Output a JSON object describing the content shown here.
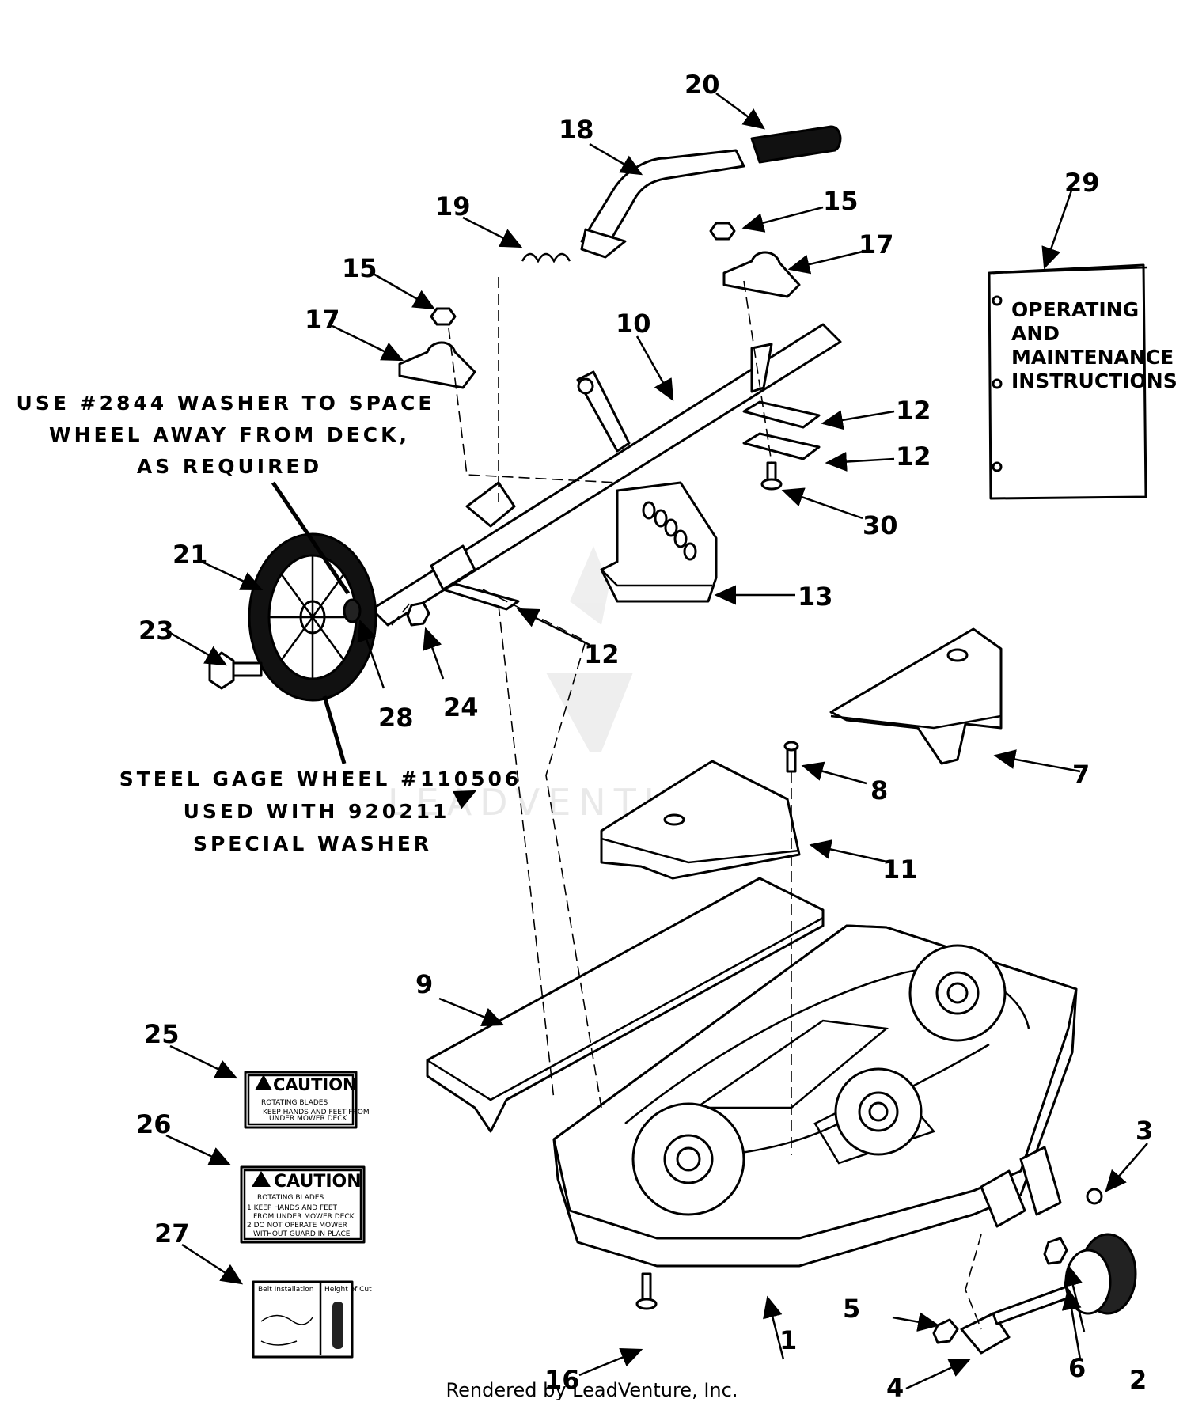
{
  "callouts": {
    "c1": "1",
    "c2": "2",
    "c3": "3",
    "c4": "4",
    "c5": "5",
    "c6": "6",
    "c7": "7",
    "c8": "8",
    "c9": "9",
    "c10": "10",
    "c11": "11",
    "c12a": "12",
    "c12b": "12",
    "c12c": "12",
    "c13": "13",
    "c15a": "15",
    "c15b": "15",
    "c16": "16",
    "c17a": "17",
    "c17b": "17",
    "c18": "18",
    "c19": "19",
    "c20": "20",
    "c21": "21",
    "c23": "23",
    "c24": "24",
    "c25": "25",
    "c26": "26",
    "c27": "27",
    "c28": "28",
    "c29": "29",
    "c30": "30"
  },
  "notes": {
    "washer_line1": "USE #2844 WASHER TO SPACE",
    "washer_line2": "WHEEL AWAY FROM DECK,",
    "washer_line3": "AS REQUIRED",
    "wheel_line1": "STEEL GAGE WHEEL #110506",
    "wheel_line2": "USED WITH 920211",
    "wheel_line3": "SPECIAL WASHER"
  },
  "manual": {
    "line1": "OPERATING",
    "line2": "AND",
    "line3": "MAINTENANCE",
    "line4": "INSTRUCTIONS"
  },
  "label25": {
    "title": "CAUTION",
    "line1": "ROTATING BLADES",
    "line2": "KEEP HANDS AND FEET FROM",
    "line3": "UNDER MOWER DECK"
  },
  "label26": {
    "title": "CAUTION",
    "line1": "ROTATING BLADES",
    "line2": "1  KEEP HANDS AND FEET",
    "line3": "FROM UNDER MOWER DECK",
    "line4": "2  DO NOT OPERATE MOWER",
    "line5": "WITHOUT GUARD IN PLACE"
  },
  "label27": {
    "left": "Belt Installation",
    "right": "Height of Cut"
  },
  "watermark": "LEADVENTURE",
  "footer": "Rendered by LeadVenture, Inc."
}
